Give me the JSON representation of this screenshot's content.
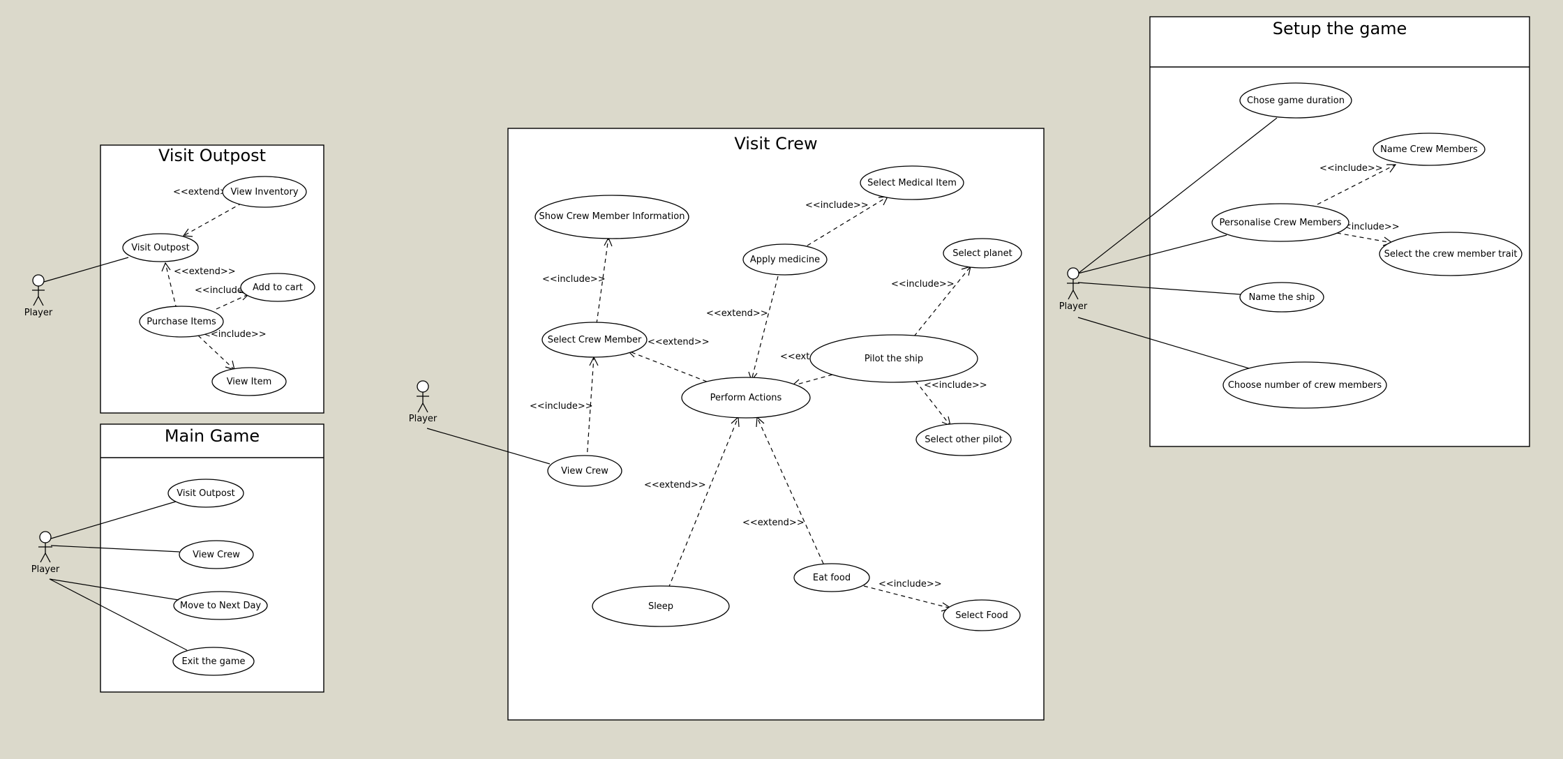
{
  "boundaries": {
    "visit_outpost": "Visit Outpost",
    "main_game": "Main Game",
    "visit_crew": "Visit Crew",
    "setup": "Setup the game"
  },
  "actors": {
    "outpost_actor": "Player",
    "main_actor": "Player",
    "crew_actor": "Player",
    "setup_actor": "Player"
  },
  "use_cases": {
    "vo_view_inventory": "View Inventory",
    "vo_visit_outpost": "Visit Outpost",
    "vo_add_to_cart": "Add to cart",
    "vo_purchase_items": "Purchase Items",
    "vo_view_item": "View Item",
    "mg_visit_outpost": "Visit Outpost",
    "mg_view_crew": "View Crew",
    "mg_next_day": "Move to Next Day",
    "mg_exit": "Exit the game",
    "vc_show_info": "Show Crew Member Information",
    "vc_select_medical": "Select Medical Item",
    "vc_apply_medicine": "Apply medicine",
    "vc_select_planet": "Select planet",
    "vc_select_crew": "Select Crew Member",
    "vc_pilot": "Pilot the ship",
    "vc_perform": "Perform Actions",
    "vc_select_pilot": "Select other pilot",
    "vc_view_crew": "View Crew",
    "vc_sleep": "Sleep",
    "vc_eat": "Eat food",
    "vc_select_food": "Select Food",
    "su_duration": "Chose game duration",
    "su_name_crew": "Name Crew Members",
    "su_personalise": "Personalise Crew Members",
    "su_trait": "Select the crew member trait",
    "su_ship": "Name the ship",
    "su_number": "Choose number of crew members"
  },
  "relation_labels": {
    "vo_extend_inventory": "<<extend>>",
    "vo_extend_purchase": "<<extend>>",
    "vo_include_cart": "<<include>>",
    "vo_include_item": "<<include>>",
    "vc_include_info": "<<include>>",
    "vc_include_medical": "<<include>>",
    "vc_extend_medicine": "<<extend>>",
    "vc_include_planet": "<<include>>",
    "vc_extend_select_crew": "<<extend>>",
    "vc_extend_pilot": "<<extend>>",
    "vc_include_pilot_other": "<<include>>",
    "vc_include_view_crew": "<<include>>",
    "vc_extend_sleep": "<<extend>>",
    "vc_extend_eat": "<<extend>>",
    "vc_include_food": "<<include>>",
    "su_include_name": "<<include>>",
    "su_include_trait": "<<include>>"
  }
}
